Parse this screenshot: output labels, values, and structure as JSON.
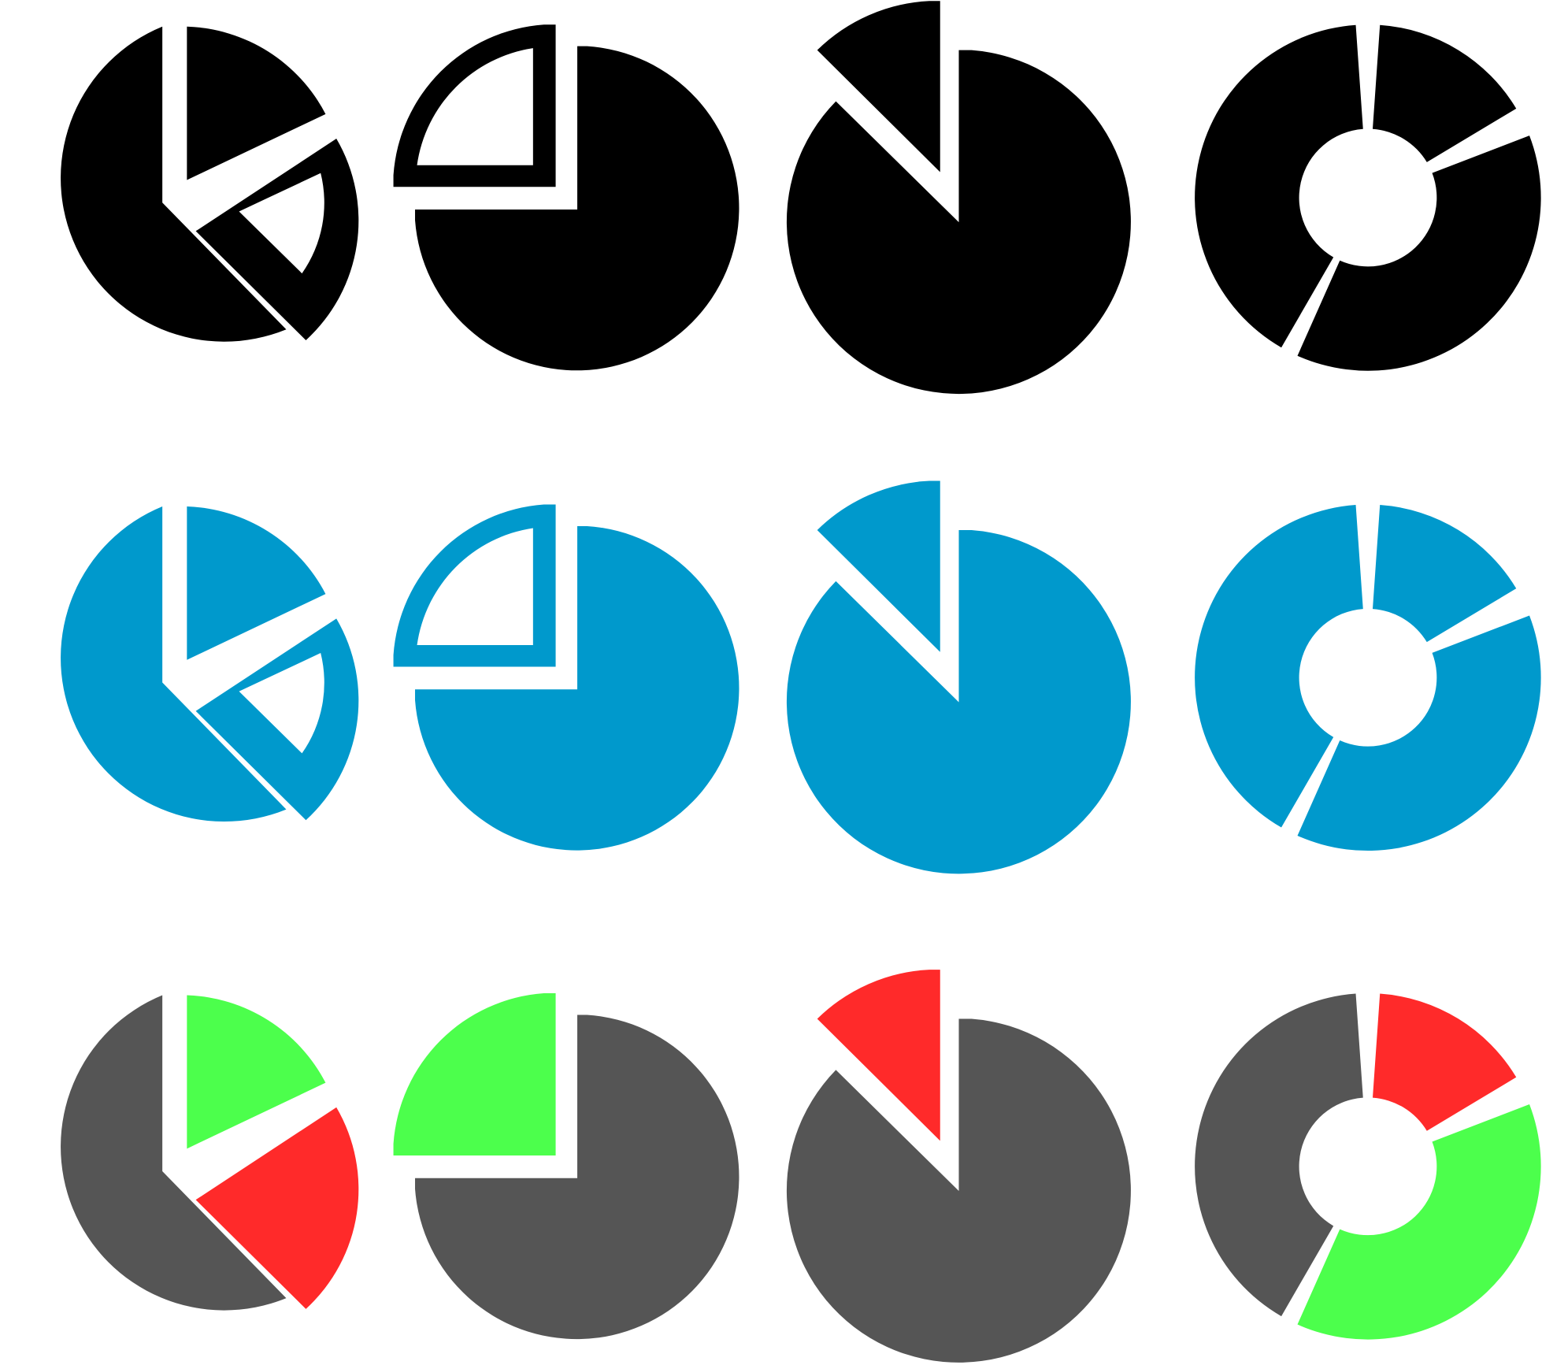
{
  "colors": {
    "black": "#000000",
    "blue": "#0099CC",
    "gray": "#555555",
    "green": "#4CFF4C",
    "red": "#FF2A2A",
    "background": "#FFFFFF"
  },
  "icons": [
    "pie-chart-three-slice-icon",
    "pie-chart-quarter-icon",
    "pie-chart-eighth-icon",
    "donut-chart-icon"
  ],
  "rows": [
    {
      "name": "black-icons",
      "pie3": {
        "large": "#000000",
        "top": "#000000",
        "side": "#000000",
        "side_outlined": true
      },
      "quarter": {
        "large": "#000000",
        "small": "#000000",
        "small_outlined": true
      },
      "eighth": {
        "large": "#000000",
        "small": "#000000"
      },
      "donut": {
        "left": "#000000",
        "top_right": "#000000",
        "right": "#000000"
      }
    },
    {
      "name": "blue-icons",
      "pie3": {
        "large": "#0099CC",
        "top": "#0099CC",
        "side": "#0099CC",
        "side_outlined": true
      },
      "quarter": {
        "large": "#0099CC",
        "small": "#0099CC",
        "small_outlined": true
      },
      "eighth": {
        "large": "#0099CC",
        "small": "#0099CC"
      },
      "donut": {
        "left": "#0099CC",
        "top_right": "#0099CC",
        "right": "#0099CC"
      }
    },
    {
      "name": "colored-icons",
      "pie3": {
        "large": "#555555",
        "top": "#4CFF4C",
        "side": "#FF2A2A",
        "side_outlined": false
      },
      "quarter": {
        "large": "#555555",
        "small": "#4CFF4C",
        "small_outlined": false
      },
      "eighth": {
        "large": "#555555",
        "small": "#FF2A2A"
      },
      "donut": {
        "left": "#555555",
        "top_right": "#FF2A2A",
        "right": "#4CFF4C"
      }
    }
  ]
}
